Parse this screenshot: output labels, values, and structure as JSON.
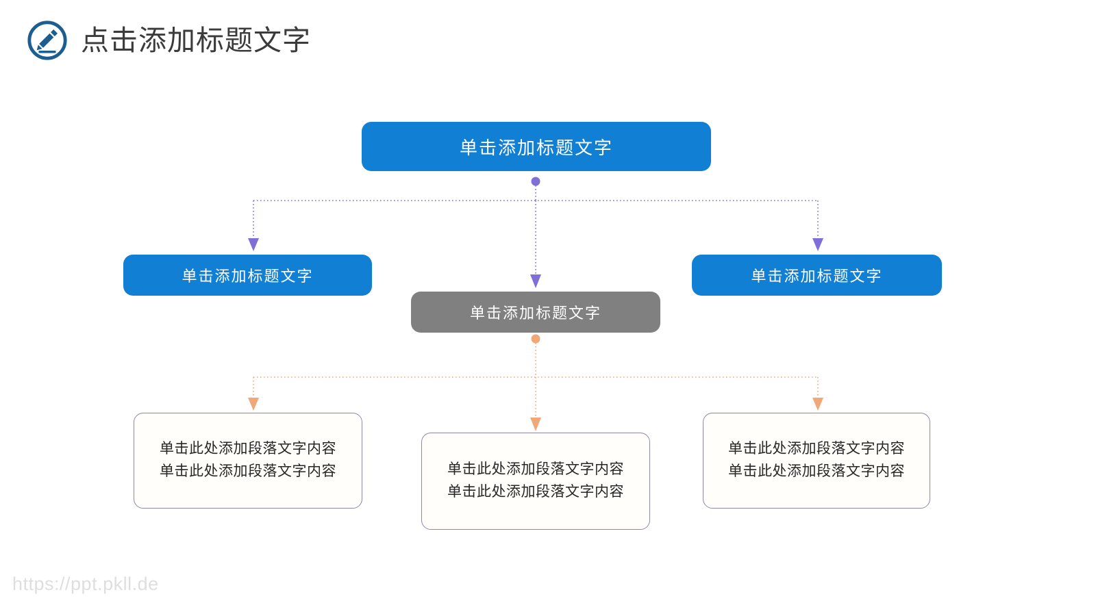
{
  "header": {
    "icon": "pencil-circle-icon",
    "title": "点击添加标题文字",
    "title_color": "#3b3b3b",
    "icon_color": "#1b5e8f"
  },
  "colors": {
    "node_blue": "#1180d4",
    "node_gray": "#808080",
    "connector_purple": "#7f6fd6",
    "connector_orange": "#f0a878",
    "textbox_border": "#8d87ab",
    "watermark": "#dedede"
  },
  "diagram": {
    "root": {
      "label": "单击添加标题文字",
      "fill": "#1180d4",
      "text_color": "#ffffff"
    },
    "level2": [
      {
        "label": "单击添加标题文字",
        "fill": "#1180d4",
        "text_color": "#ffffff",
        "position": "left"
      },
      {
        "label": "单击添加标题文字",
        "fill": "#808080",
        "text_color": "#ffffff",
        "position": "middle"
      },
      {
        "label": "单击添加标题文字",
        "fill": "#1180d4",
        "text_color": "#ffffff",
        "position": "right"
      }
    ],
    "level3": [
      {
        "position": "left",
        "lines": [
          "单击此处添加段落文字内容",
          "单击此处添加段落文字内容"
        ]
      },
      {
        "position": "center",
        "lines": [
          "单击此处添加段落文字内容",
          "单击此处添加段落文字内容"
        ]
      },
      {
        "position": "right",
        "lines": [
          "单击此处添加段落文字内容",
          "单击此处添加段落文字内容"
        ]
      }
    ],
    "connectors": {
      "upper": {
        "style": "dotted",
        "color": "#7f6fd6",
        "source_dot": true,
        "arrow_count": 3
      },
      "lower": {
        "style": "dotted",
        "color": "#f0a878",
        "source_dot": true,
        "arrow_count": 3
      }
    }
  },
  "footer": {
    "watermark": "https://ppt.pkll.de"
  }
}
